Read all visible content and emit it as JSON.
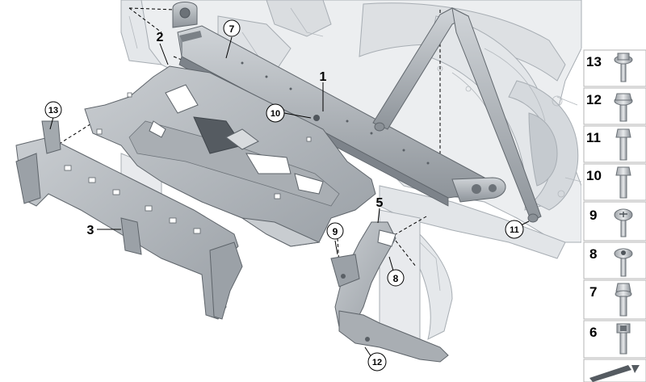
{
  "callouts": {
    "c1": "1",
    "c2": "2",
    "c3": "3",
    "c5": "5",
    "c7": "7",
    "c8": "8",
    "c9": "9",
    "c10": "10",
    "c11": "11",
    "c12": "12",
    "c13": "13"
  },
  "fastener_panel": {
    "items": [
      {
        "number": "13",
        "icon": "flange-screw-icon"
      },
      {
        "number": "12",
        "icon": "hex-flange-bolt-icon"
      },
      {
        "number": "11",
        "icon": "hex-bolt-icon"
      },
      {
        "number": "10",
        "icon": "hex-bolt-icon"
      },
      {
        "number": "9",
        "icon": "pan-head-screw-icon"
      },
      {
        "number": "8",
        "icon": "torx-flange-screw-icon"
      },
      {
        "number": "7",
        "icon": "collar-bolt-icon"
      },
      {
        "number": "6",
        "icon": "torx-bolt-icon"
      }
    ]
  },
  "colors": {
    "body_line": "#9aa0a6",
    "body_fill": "#e9ebed",
    "part_fill": "#b9bec3",
    "part_shadow": "#8f959b",
    "part_light": "#d6d9dc",
    "hole_fill": "#6c7278",
    "panel_border": "#b5b5b5",
    "callout_fill": "#ffffff"
  }
}
